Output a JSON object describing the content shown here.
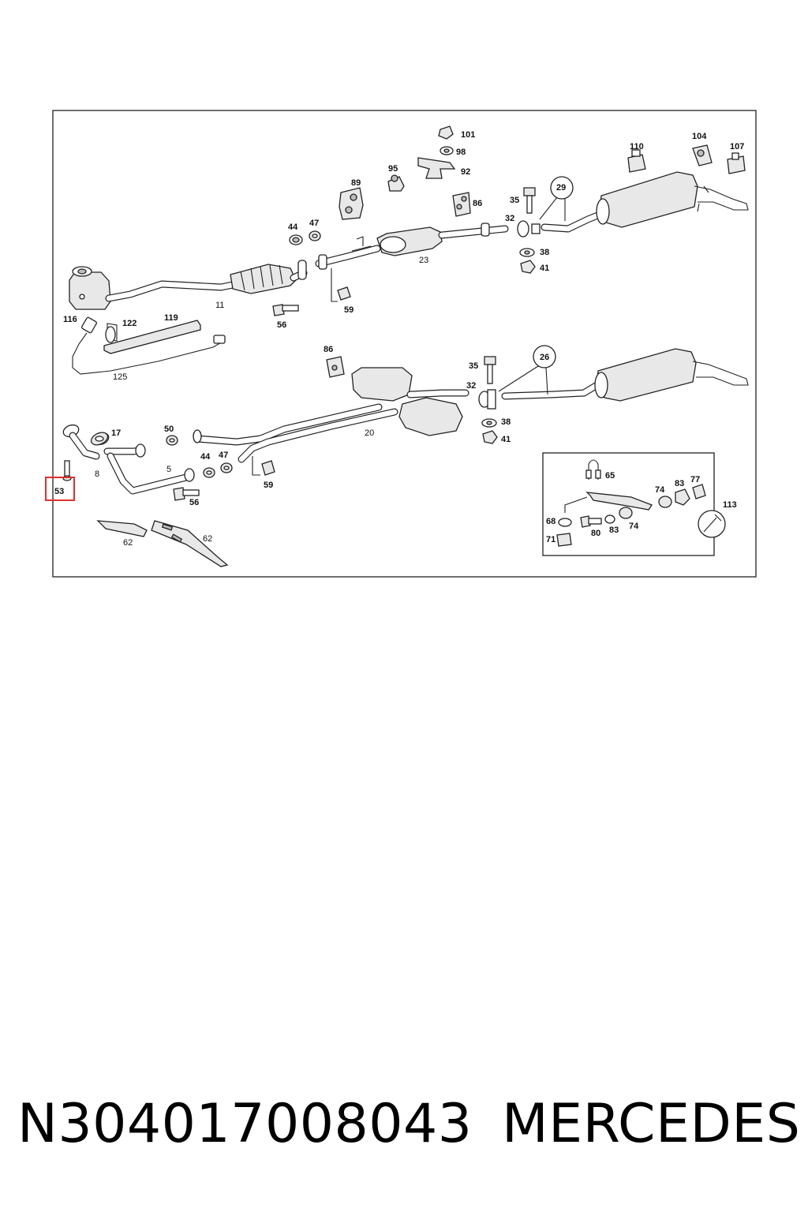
{
  "part_number": "N304017008043",
  "brand": "MERCEDES",
  "highlighted_label": "53",
  "highlight_color": "#e03030",
  "callouts": [
    "101",
    "98",
    "92",
    "95",
    "89",
    "110",
    "104",
    "107",
    "29",
    "35",
    "32",
    "38",
    "41",
    "86",
    "44",
    "47",
    "23",
    "11",
    "56",
    "59",
    "116",
    "122",
    "119",
    "125",
    "86",
    "26",
    "35",
    "32",
    "38",
    "41",
    "17",
    "50",
    "20",
    "8",
    "5",
    "44",
    "47",
    "56",
    "59",
    "62",
    "62",
    "65",
    "74",
    "83",
    "77",
    "113",
    "68",
    "80",
    "71",
    "83",
    "74"
  ]
}
